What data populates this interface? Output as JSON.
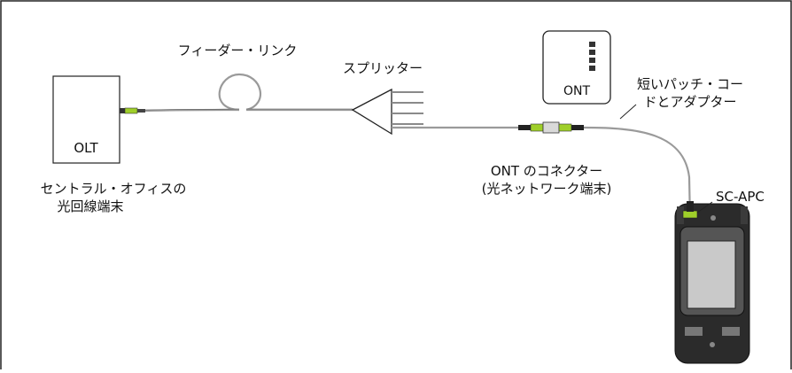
{
  "labels": {
    "feeder_link": "フィーダー・リンク",
    "splitter": "スプリッター",
    "patch_cord_line1": "短いパッチ・コー",
    "patch_cord_line2": "ドとアダプター",
    "olt_box": "OLT",
    "ont_box": "ONT",
    "connector_line1": "ONT のコネクター",
    "connector_line2": "(光ネットワーク端末)",
    "olt_caption_line1": "セントラル・オフィスの",
    "olt_caption_line2": "光回線端末",
    "sc_apc": "SC-APC"
  },
  "colors": {
    "connector_green": "#9fcf2a",
    "fiber_gray": "#9a9a9a",
    "device_body": "#2b2b2b",
    "screen_gray": "#c9c9c9"
  }
}
